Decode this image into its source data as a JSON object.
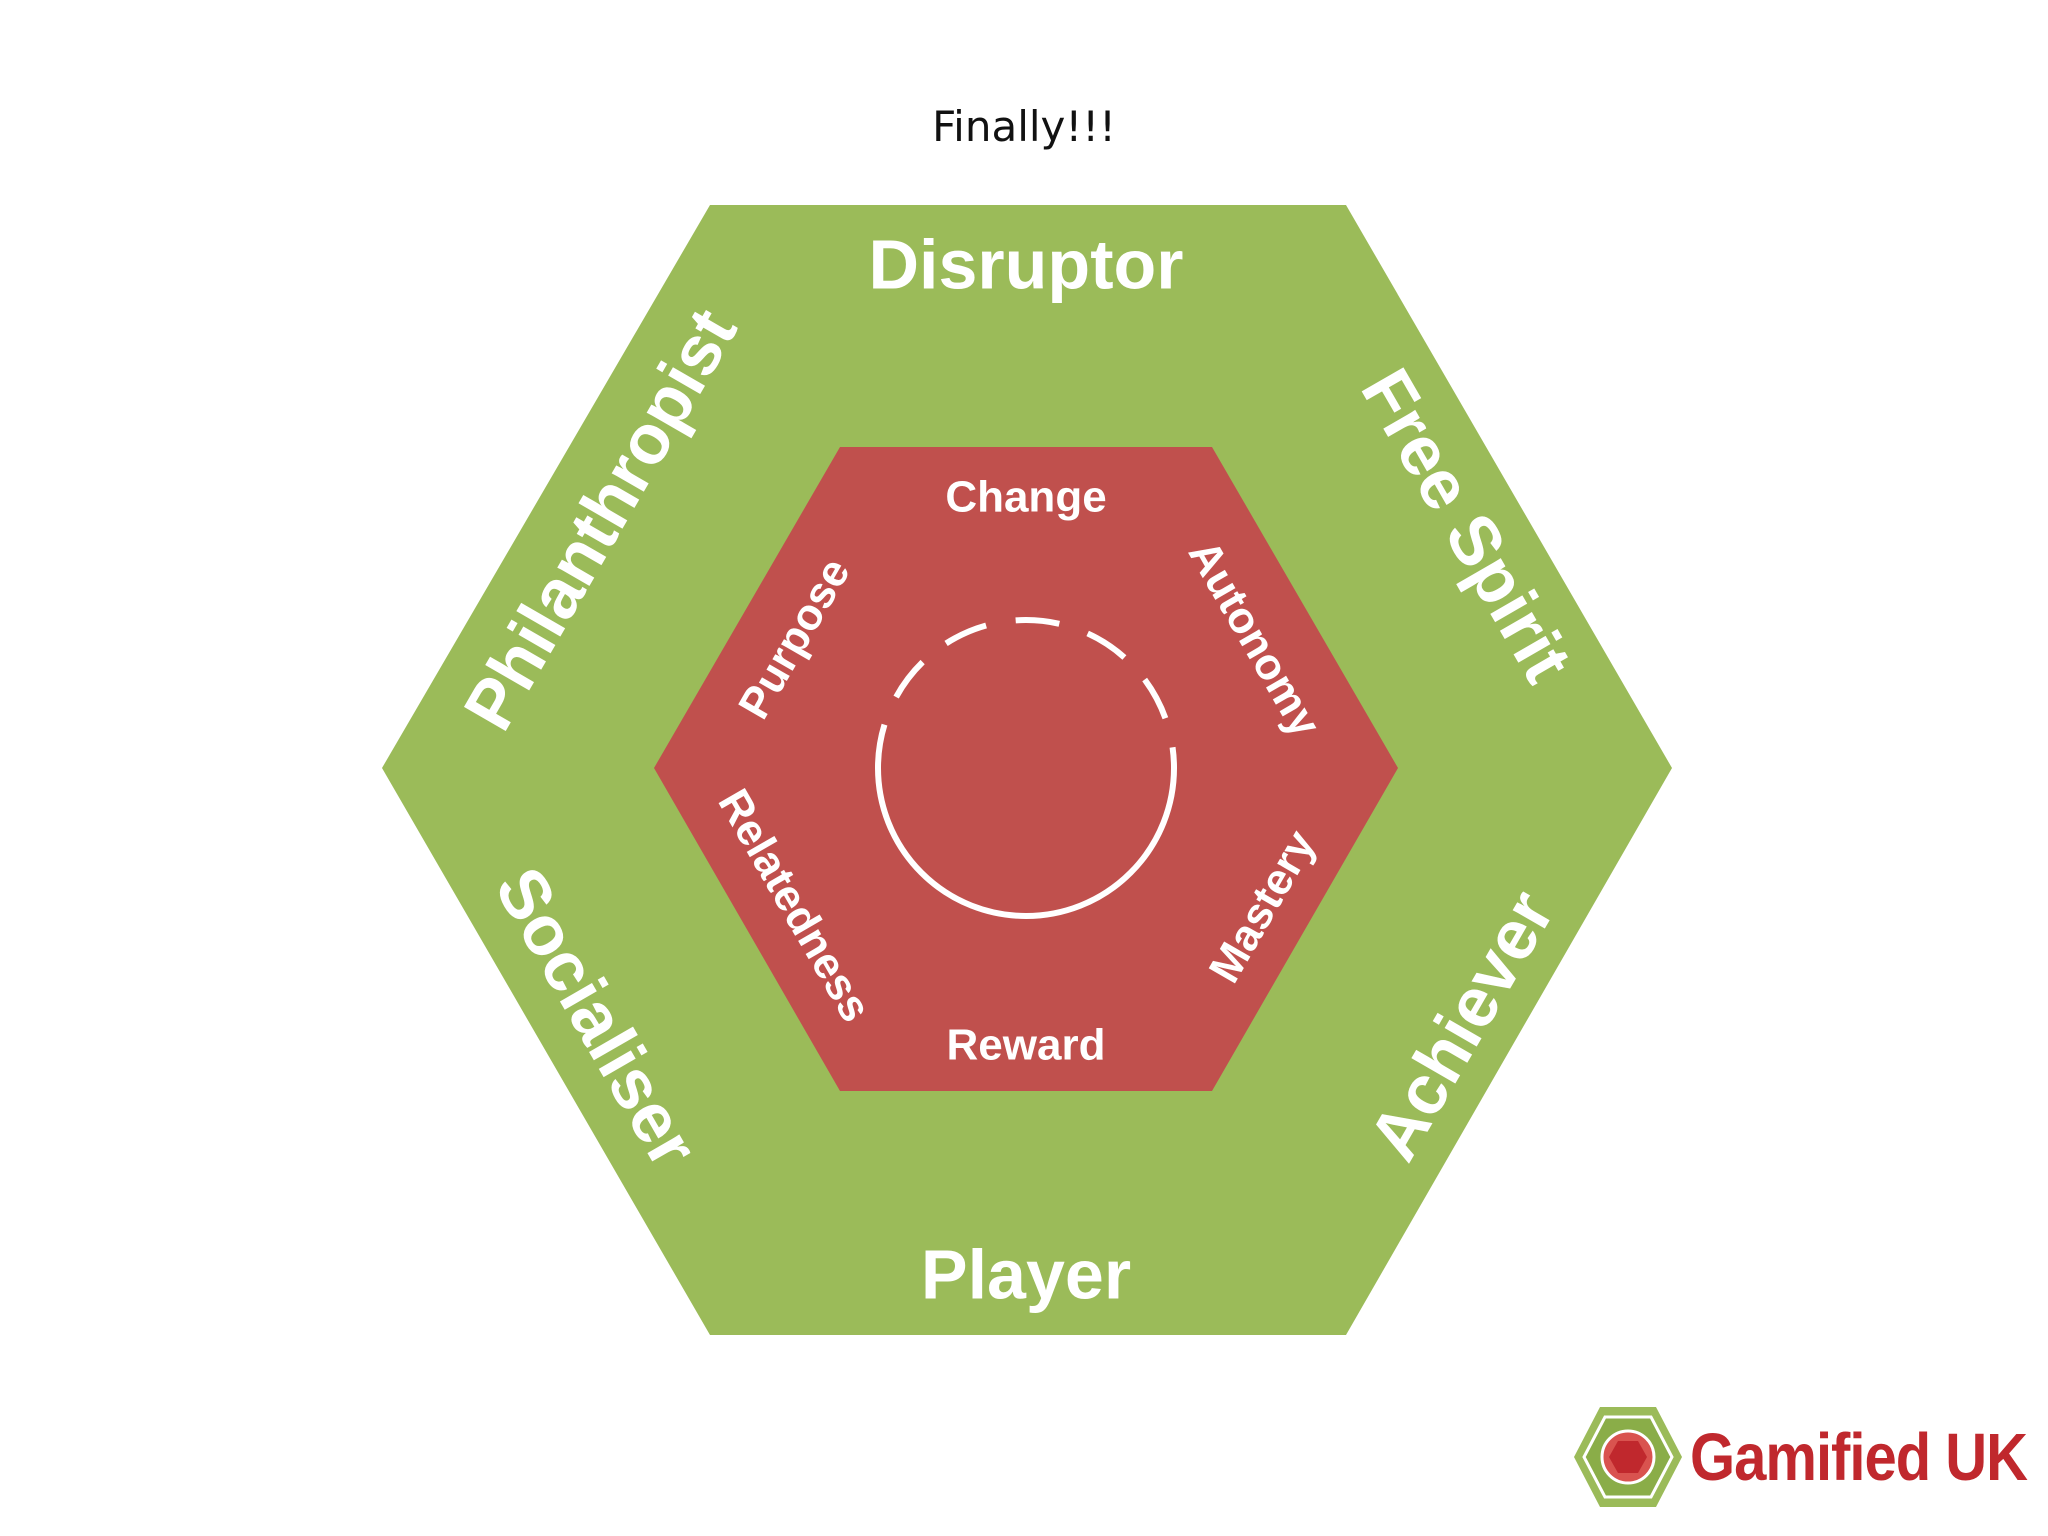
{
  "slide": {
    "title": "Finally!!!"
  },
  "diagram": {
    "outer_labels": {
      "top": "Disruptor",
      "upper_right": "Free Spirit",
      "lower_right": "Achiever",
      "bottom": "Player",
      "lower_left": "Socialiser",
      "upper_left": "Philanthropist"
    },
    "inner_labels": {
      "top": "Change",
      "upper_right": "Autonomy",
      "lower_right": "Mastery",
      "bottom": "Reward",
      "lower_left": "Relatedness",
      "upper_left": "Purpose"
    },
    "colors": {
      "outer": "#9bbb59",
      "inner": "#c0504d",
      "text": "#ffffff"
    }
  },
  "logo": {
    "text": "Gamified UK",
    "icon": "gamified-hexagon-icon",
    "color": "#c0282d"
  }
}
